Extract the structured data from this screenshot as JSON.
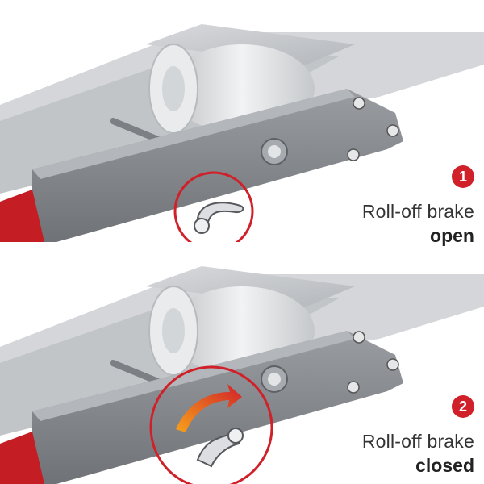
{
  "steps": [
    {
      "number": "1",
      "caption": "Roll-off brake",
      "state": "open"
    },
    {
      "number": "2",
      "caption": "Roll-off brake",
      "state": "closed"
    }
  ],
  "colors": {
    "accent": "#d0202a",
    "frame": "#8a8d91",
    "frame_light": "#c9ccd0",
    "roller": "#e4e6e8",
    "text": "#333333"
  },
  "icons": [
    "brake-lever-icon",
    "bolt-icon",
    "curved-arrow-icon"
  ]
}
